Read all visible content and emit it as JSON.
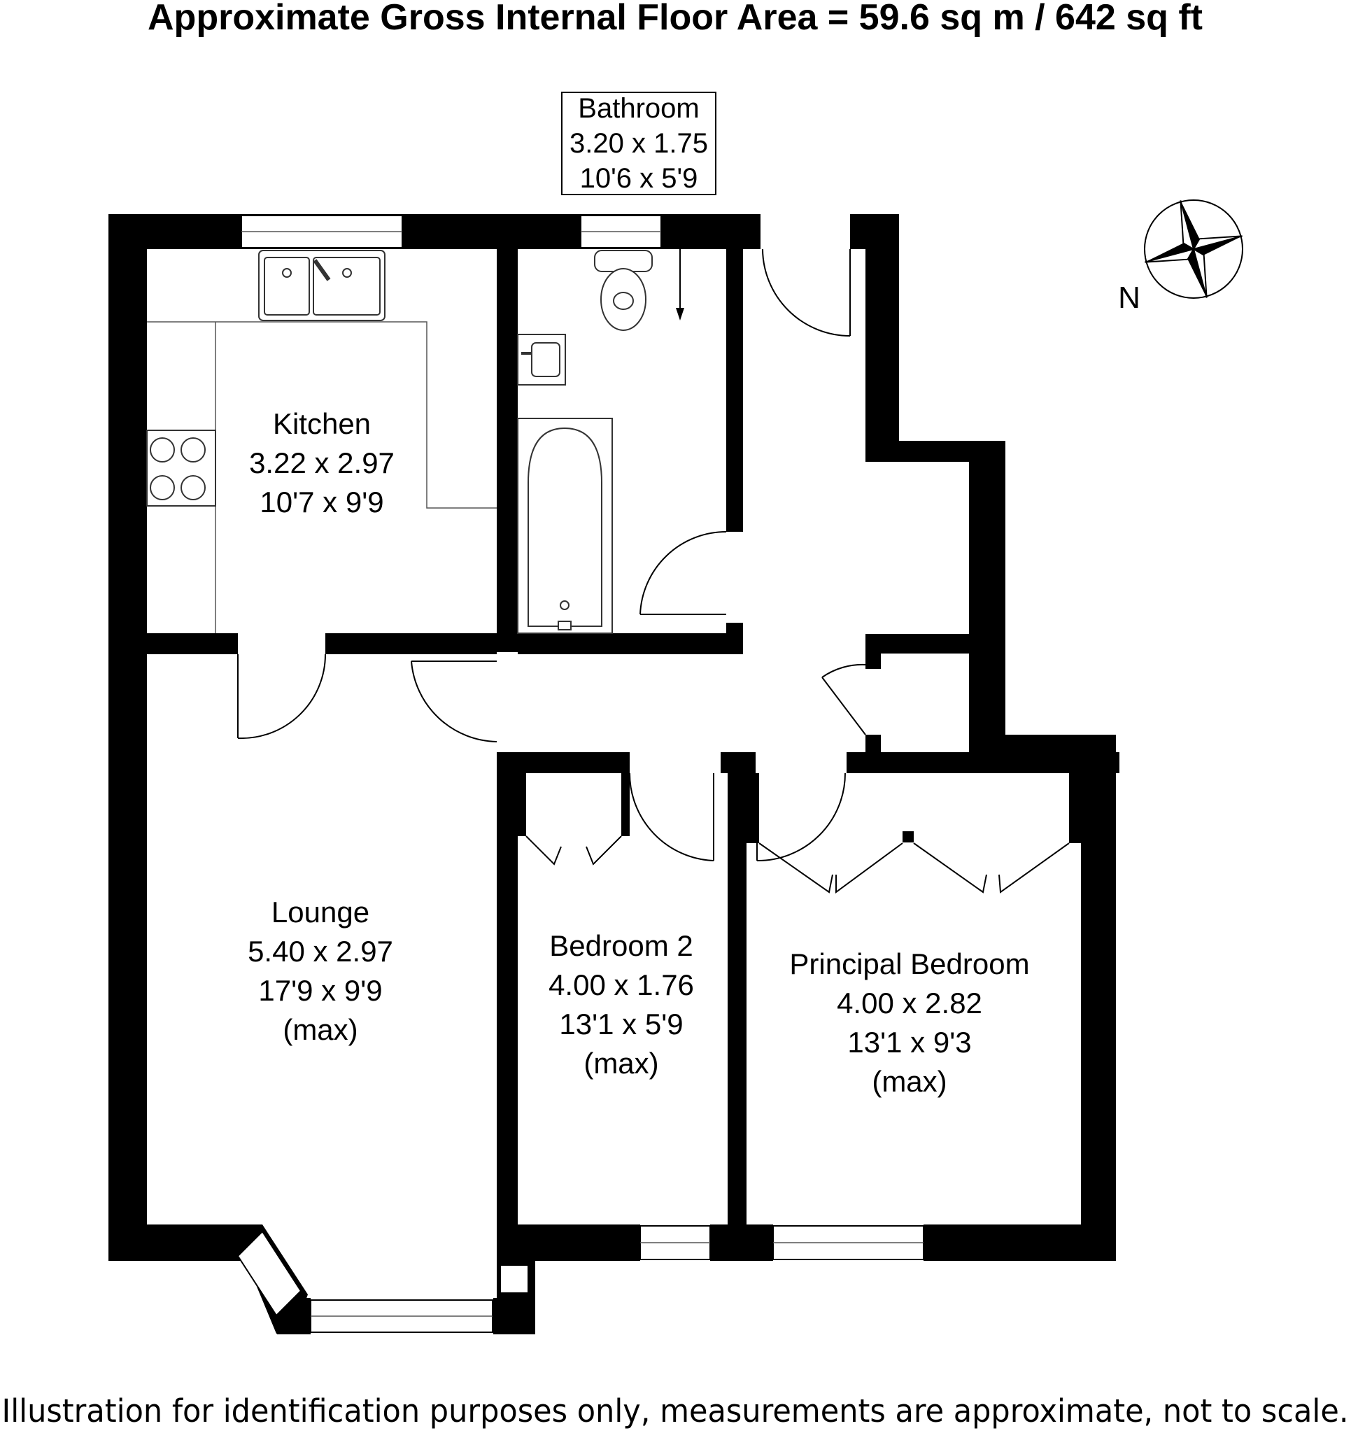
{
  "title": "Approximate Gross Internal Floor Area  = 59.6 sq m / 642 sq ft",
  "compass": {
    "label": "N"
  },
  "rooms": {
    "kitchen": {
      "name": "Kitchen",
      "metric": "3.22 x 2.97",
      "imperial": "10'7 x 9'9",
      "note": ""
    },
    "bathroom": {
      "name": "Bathroom",
      "metric": "3.20 x 1.75",
      "imperial": "10'6 x 5'9",
      "note": ""
    },
    "lounge": {
      "name": "Lounge",
      "metric": "5.40 x 2.97",
      "imperial": "17'9 x 9'9",
      "note": "(max)"
    },
    "bedroom2": {
      "name": "Bedroom 2",
      "metric": "4.00 x 1.76",
      "imperial": "13'1 x 5'9",
      "note": "(max)"
    },
    "principal": {
      "name": "Principal Bedroom",
      "metric": "4.00 x 2.82",
      "imperial": "13'1 x 9'3",
      "note": "(max)"
    }
  },
  "disclaimer": "Illustration for identification purposes only, measurements are approximate, not to scale."
}
